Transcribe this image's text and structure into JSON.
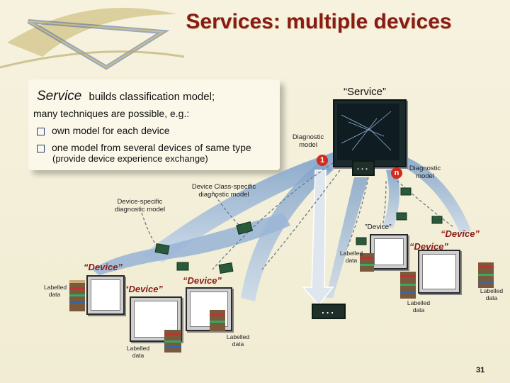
{
  "slide": {
    "title": "Services: multiple devices",
    "page_number": "31"
  },
  "textbox": {
    "service_word": "Service",
    "service_rest": "builds classification model;",
    "subline": "many techniques are possible, e.g.:",
    "bullets": [
      "own model for each device",
      "one model from several devices of same type"
    ],
    "indent_note": "(provide device experience exchange)"
  },
  "diagram": {
    "service_label": "“Service”",
    "diagnostic_model_left": "Diagnostic model",
    "diagnostic_model_right": "Diagnostic model",
    "marker_1": "1",
    "marker_n": "n",
    "dots": "...",
    "device_class_label": "Device Class-specific diagnostic model",
    "device_specific_label": "Device-specific diagnostic model",
    "device_labels": [
      "“Device”",
      "“Device”",
      "“Device”",
      "“Device”",
      "\"Device\"",
      "“Device”"
    ],
    "labelled_data": "Labelled data"
  }
}
